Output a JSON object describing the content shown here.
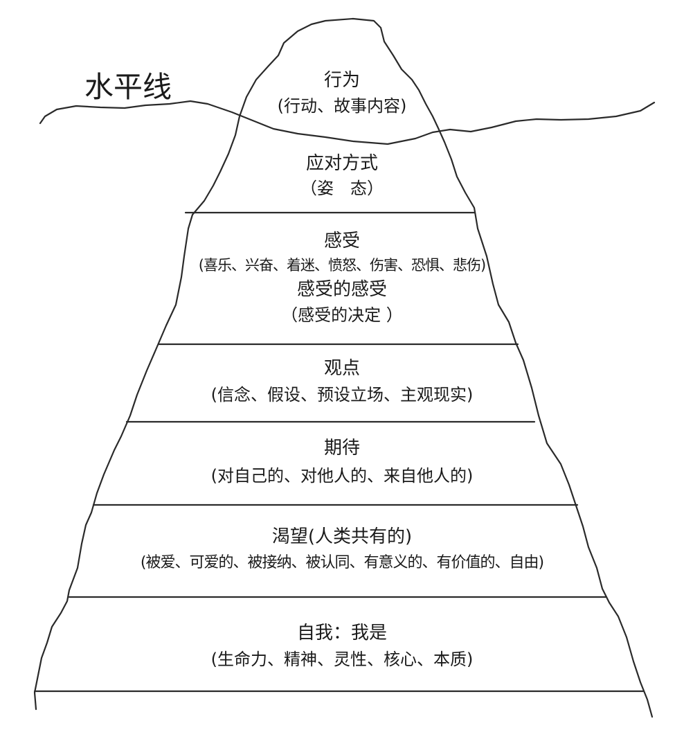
{
  "horizon_label": "水平线",
  "layers": [
    {
      "id": "behavior",
      "title": "行为",
      "detail": "(行动、故事内容)"
    },
    {
      "id": "coping",
      "title": "应对方式",
      "detail": "（姿　态）"
    },
    {
      "id": "feelings",
      "title": "感受",
      "detail": "(喜乐、兴奋、着迷、愤怒、伤害、恐惧、悲伤)",
      "title2": "感受的感受",
      "detail2": "（感受的决定 ）"
    },
    {
      "id": "perceptions",
      "title": "观点",
      "detail": "(信念、假设、预设立场、主观现实)"
    },
    {
      "id": "expectations",
      "title": "期待",
      "detail": "(对自己的、对他人的、来自他人的)"
    },
    {
      "id": "yearnings",
      "title": "渴望(人类共有的)",
      "detail": "(被爱、可爱的、被接纳、被认同、有意义的、有价值的、自由)"
    },
    {
      "id": "self",
      "title": "自我：我是",
      "detail": "(生命力、精神、灵性、核心、本质)"
    }
  ],
  "colors": {
    "line": "#2a2a2a",
    "text": "#1a1a1a",
    "background": "#ffffff"
  }
}
